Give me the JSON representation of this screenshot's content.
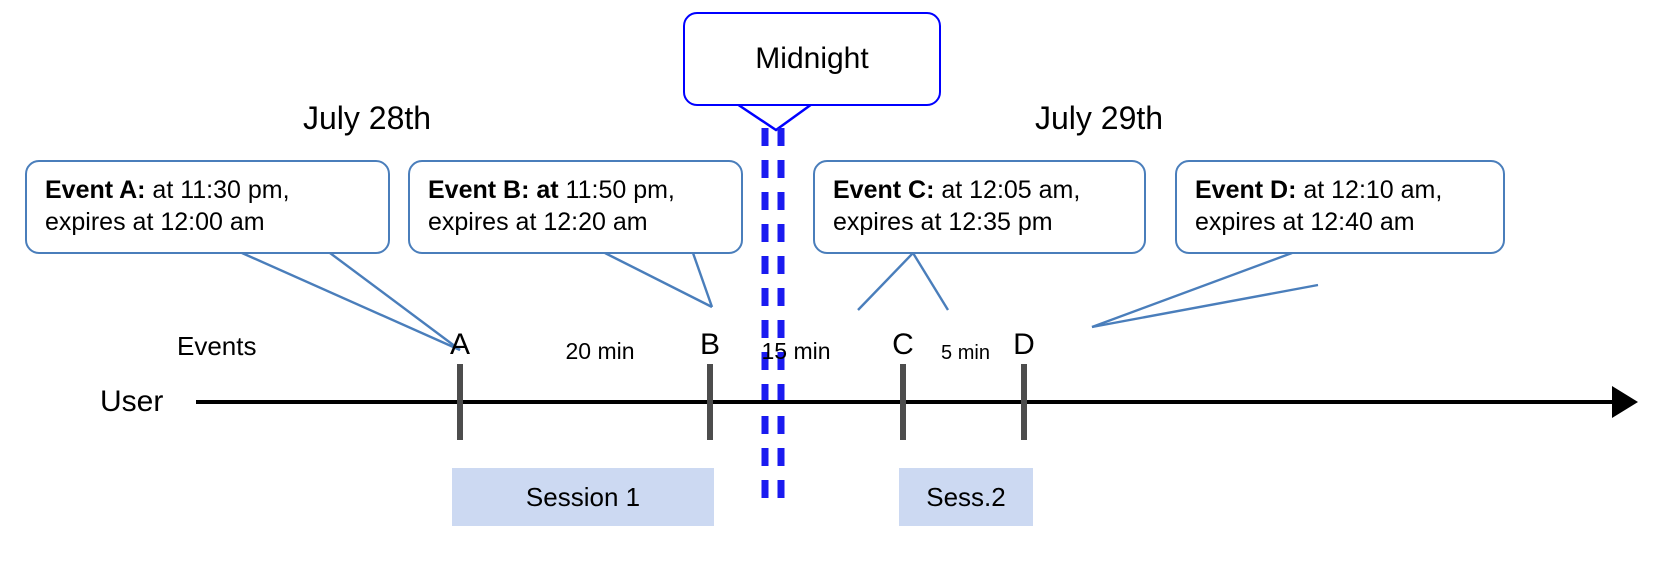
{
  "diagram": {
    "title_box": {
      "label": "Midnight"
    },
    "dates": [
      {
        "id": "date-july-28",
        "label": "July 28th"
      },
      {
        "id": "date-july-29",
        "label": "July 29th"
      }
    ],
    "axis": {
      "row_label": "User",
      "events_label": "Events"
    },
    "callouts": [
      {
        "id": "callout-event-a",
        "bold": "Event A:",
        "rest": " at 11:30 pm,",
        "line2": "expires at 12:00 am"
      },
      {
        "id": "callout-event-b",
        "bold": "Event B: at",
        "rest": " 11:50 pm,",
        "line2": "expires at 12:20 am"
      },
      {
        "id": "callout-event-c",
        "bold": "Event C:",
        "rest": " at 12:05 am,",
        "line2": "expires at 12:35 pm"
      },
      {
        "id": "callout-event-d",
        "bold": "Event D:",
        "rest": "  at 12:10 am,",
        "line2": "expires at 12:40 am"
      }
    ],
    "events": [
      {
        "id": "event-a",
        "letter": "A"
      },
      {
        "id": "event-b",
        "letter": "B"
      },
      {
        "id": "event-c",
        "letter": "C"
      },
      {
        "id": "event-d",
        "letter": "D"
      }
    ],
    "gaps": [
      {
        "id": "gap-a-b",
        "label": "20 min"
      },
      {
        "id": "gap-b-c",
        "label": "15 min"
      },
      {
        "id": "gap-c-d",
        "label": "5 min"
      }
    ],
    "sessions": [
      {
        "id": "session-1",
        "label": "Session 1"
      },
      {
        "id": "session-2",
        "label": "Sess.2"
      }
    ],
    "colors": {
      "callout_border": "#4a7ebb",
      "midnight_border": "#0000ff",
      "session_fill": "#ccd9f2",
      "tick": "#4d4d4d",
      "axis": "#000000"
    }
  }
}
